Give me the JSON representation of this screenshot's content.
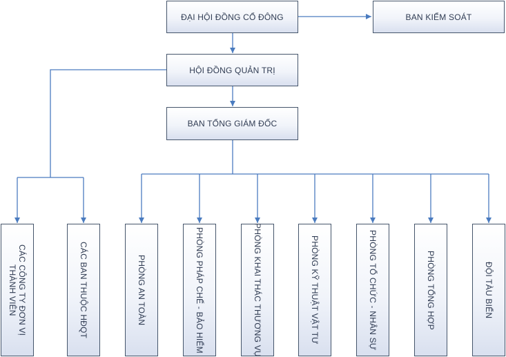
{
  "diagram": {
    "line_color": "#4a7bbf",
    "border_color": "#44546a",
    "nodes": {
      "shareholders": "ĐẠI HỘI ĐỒNG CỔ ĐÔNG",
      "supervisory": "BAN KIỂM SOÁT",
      "board": "HỘI ĐỒNG QUẢN TRỊ",
      "executive": "BAN TỔNG GIÁM ĐỐC",
      "member_companies": "CÁC CÔNG TY ĐƠN VỊ THÀNH VIÊN",
      "board_units": "CÁC BAN THUỘC HĐQT",
      "safety": "PHÒNG AN TOÀN",
      "legal_insurance": "PHÒNG PHÁP CHẾ - BẢO HIỂM",
      "commercial": "PHÒNG KHAI THÁC THƯƠNG VỤ",
      "technical": "PHÒNG KỸ THUẬT VẬT TƯ",
      "hr": "PHÒNG TỔ CHỨC - NHÂN SỰ",
      "general": "PHÒNG TỔNG HỢP",
      "fleet": "ĐỘI TÀU BIỂN"
    }
  }
}
